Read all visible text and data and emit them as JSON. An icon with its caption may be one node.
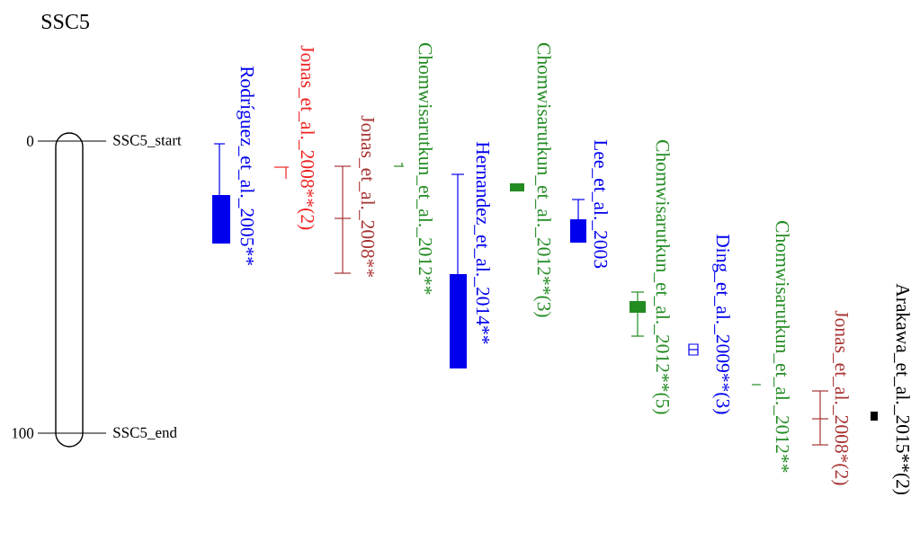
{
  "diagram": {
    "title": "SSC5",
    "nodes": [
      {
        "text": [
          "Rodríguez_et_al._2005**"
        ]
      },
      {
        "text": [
          "Jonas_et_al._2008**(2)"
        ]
      },
      {
        "text": [
          "Jonas_et_al._2008**"
        ]
      },
      {
        "text": [
          "Chomwisarutkun_et_al._2012**"
        ]
      },
      {
        "text": [
          "Hernandez_et_al._2014**"
        ]
      },
      {
        "text": [
          "Chomwisarutkun_et_al._2012**(3)"
        ]
      },
      {
        "text": [
          "Lee_et_al._2003"
        ]
      },
      {
        "text": [
          "Chomwisarutkun_et_al._2012**(5)"
        ]
      },
      {
        "text": [
          "Ding_et_al._2009**(3)"
        ]
      },
      {
        "text": [
          "Chomwisarutkun_et_al._2012**"
        ]
      },
      {
        "text": [
          "Jonas_et_al._2008*(2)"
        ]
      },
      {
        "text": [
          "Arakawa_et_al._2015**(2)"
        ]
      }
    ],
    "labels": [
      "0",
      "SSC5_start",
      "100",
      "SSC5_end"
    ]
  }
}
